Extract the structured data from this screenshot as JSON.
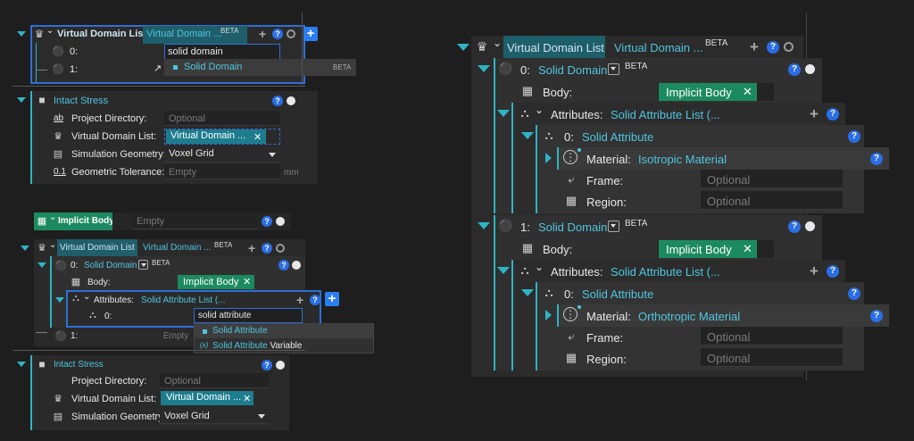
{
  "beta": "BETA",
  "optional": "Optional",
  "empty": "Empty",
  "mm": "mm",
  "vdl": {
    "title": "Virtual Domain List",
    "value": "Virtual Domain ..."
  },
  "left_top": {
    "row0_index": "0:",
    "row0_input": "solid domain",
    "row1_index": "1:",
    "dropdown_item": "Solid Domain"
  },
  "intact_top": {
    "title": "Intact Stress",
    "labels": {
      "project": "Project Directory:",
      "vdl": "Virtual Domain List:",
      "geom": "Simulation Geometry:",
      "tol": "Geometric Tolerance:"
    },
    "project_placeholder": "Optional",
    "vdl_chip": "Virtual Domain ...",
    "geom_value": "Voxel Grid",
    "tol_placeholder": "Empty",
    "tol_unit": "mm",
    "ab_icon": "ab",
    "tol_icon": "0.1"
  },
  "implicit": {
    "title": "Implicit Body",
    "placeholder": "Empty"
  },
  "left_mid": {
    "row0_index": "0:",
    "row0_name": "Solid Domain",
    "body_label": "Body:",
    "body_chip": "Implicit Body",
    "attr_label": "Attributes:",
    "attr_value": "Solid Attribute List (...",
    "attr_row_index": "0:",
    "attr_input": "solid attribute",
    "row1_index": "1:",
    "row1_placeholder": "Empty",
    "dropdown": [
      {
        "icon": "square-bullet",
        "pre": "Solid Attribute",
        "post": ""
      },
      {
        "icon": "variable",
        "pre": "Solid Attribute",
        "post": " Variable"
      }
    ],
    "var_glyph": "(x)"
  },
  "intact_bottom": {
    "title": "Intact Stress",
    "labels": {
      "project": "Project Directory:",
      "vdl": "Virtual Domain List:",
      "geom": "Simulation Geometry:"
    },
    "project_placeholder": "Optional",
    "vdl_chip": "Virtual Domain ...",
    "geom_value": "Voxel Grid"
  },
  "right": {
    "title": "Virtual Domain List",
    "value": "Virtual Domain ...",
    "domains": [
      {
        "index": "0:",
        "name": "Solid Domain",
        "body_label": "Body:",
        "body_chip": "Implicit Body",
        "attr_label": "Attributes:",
        "attr_value": "Solid Attribute List (...",
        "attr_index": "0:",
        "attr_name": "Solid Attribute",
        "material_label": "Material:",
        "material_value": "Isotropic Material",
        "frame_label": "Frame:",
        "frame_placeholder": "Optional",
        "region_label": "Region:",
        "region_placeholder": "Optional"
      },
      {
        "index": "1:",
        "name": "Solid Domain",
        "body_label": "Body:",
        "body_chip": "Implicit Body",
        "attr_label": "Attributes:",
        "attr_value": "Solid Attribute List (...",
        "attr_index": "0:",
        "attr_name": "Solid Attribute",
        "material_label": "Material:",
        "material_value": "Orthotropic Material",
        "frame_label": "Frame:",
        "frame_placeholder": "Optional",
        "region_label": "Region:",
        "region_placeholder": "Optional"
      }
    ]
  },
  "glyphs": {
    "help": "?",
    "close": "✕",
    "plus": "+",
    "tab_chevron": "⌄"
  },
  "icons": [
    "collapse-arrow-icon",
    "domain-list-icon",
    "solid-domain-icon",
    "help-icon",
    "ring-icon",
    "dot-icon",
    "plus-icon",
    "close-icon",
    "cursor-icon",
    "stress-icon",
    "text-field-icon",
    "grid-icon",
    "body-icon",
    "attributes-icon",
    "material-icon",
    "frame-icon",
    "region-icon",
    "variable-icon"
  ],
  "colors": {
    "accent_cyan": "#4fc6e0",
    "teal_chip": "#1d7d8f",
    "green_chip": "#1c8a60",
    "help_blue": "#2a6ee6",
    "add_blue": "#2a7ef2",
    "bg": "#1e1e1e"
  }
}
